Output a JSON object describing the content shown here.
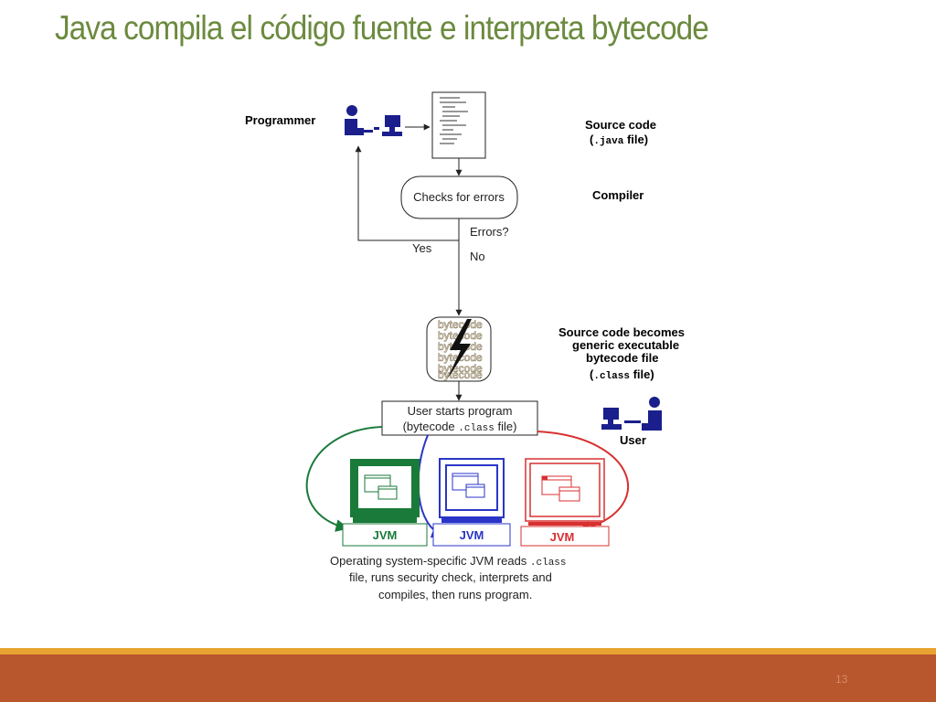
{
  "slide": {
    "title": "Java compila el código fuente e interpreta bytecode",
    "page_number": "13"
  },
  "diagram": {
    "programmer_label": "Programmer",
    "source_code_label": "Source code",
    "java_file_open": "(",
    "java_file_ext": ".java",
    "java_file_close": " file)",
    "compiler_label": "Compiler",
    "checks_for_errors": "Checks for errors",
    "errors_question": "Errors?",
    "yes_label": "Yes",
    "no_label": "No",
    "bytecode_word": "bytecode",
    "becomes_line1": "Source code becomes",
    "becomes_line2": "generic executable",
    "becomes_line3": "bytecode file",
    "class_file_open": "(",
    "class_file_ext": ".class",
    "class_file_close": " file)",
    "user_starts_line1": "User starts program",
    "user_starts_line2_a": "(bytecode ",
    "user_starts_line2_ext": ".class",
    "user_starts_line2_b": " file)",
    "user_label": "User",
    "jvm_label": "JVM",
    "caption_line1": "Operating system-specific JVM reads ",
    "caption_line1_ext": ".class",
    "caption_line2": "file, runs security check, interprets and",
    "caption_line3": "compiles, then runs program."
  },
  "colors": {
    "title": "#6b8a3e",
    "figure_blue": "#1a1f8c",
    "jvm_green": "#1a7a3a",
    "jvm_blue": "#2a35c8",
    "jvm_red": "#d83030",
    "footer_orange": "#b8562d",
    "footer_accent": "#e8a230"
  }
}
